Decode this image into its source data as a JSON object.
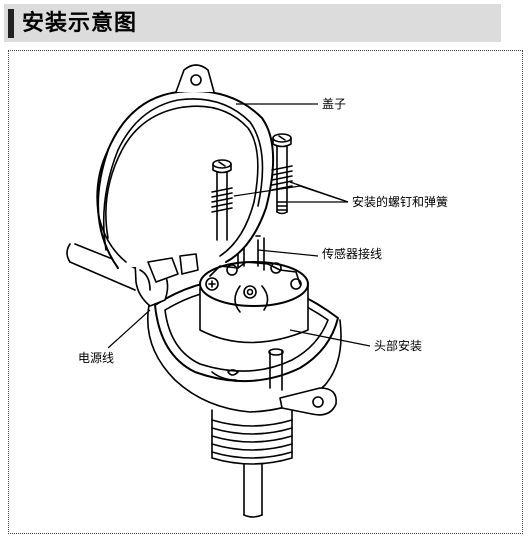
{
  "header": {
    "title": "安装示意图"
  },
  "diagram": {
    "labels": {
      "cover": "盖子",
      "screws": "安装的螺钉和弹簧",
      "sensor": "传感器接线",
      "head": "头部安装",
      "power": "电源线"
    }
  }
}
